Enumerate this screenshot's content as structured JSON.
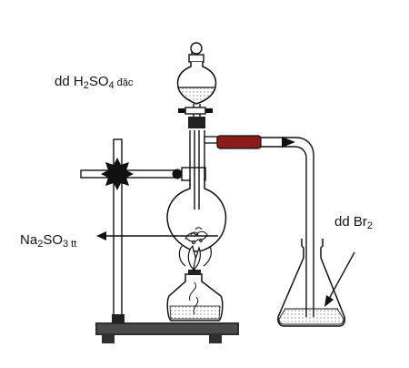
{
  "labels": {
    "acid": {
      "prefix": "dd H",
      "sub1": "2",
      "mid": "SO",
      "sub2": "4",
      "suffix": " đặc"
    },
    "salt": {
      "prefix": "Na",
      "sub1": "2",
      "mid": "SO",
      "sub2": "3 tt"
    },
    "bromine": {
      "prefix": "dd Br",
      "sub1": "2"
    }
  },
  "colors": {
    "line": "#111111",
    "stopper": "#8b1a1a",
    "base": "#333333",
    "liquid": "#e6e6e6"
  }
}
